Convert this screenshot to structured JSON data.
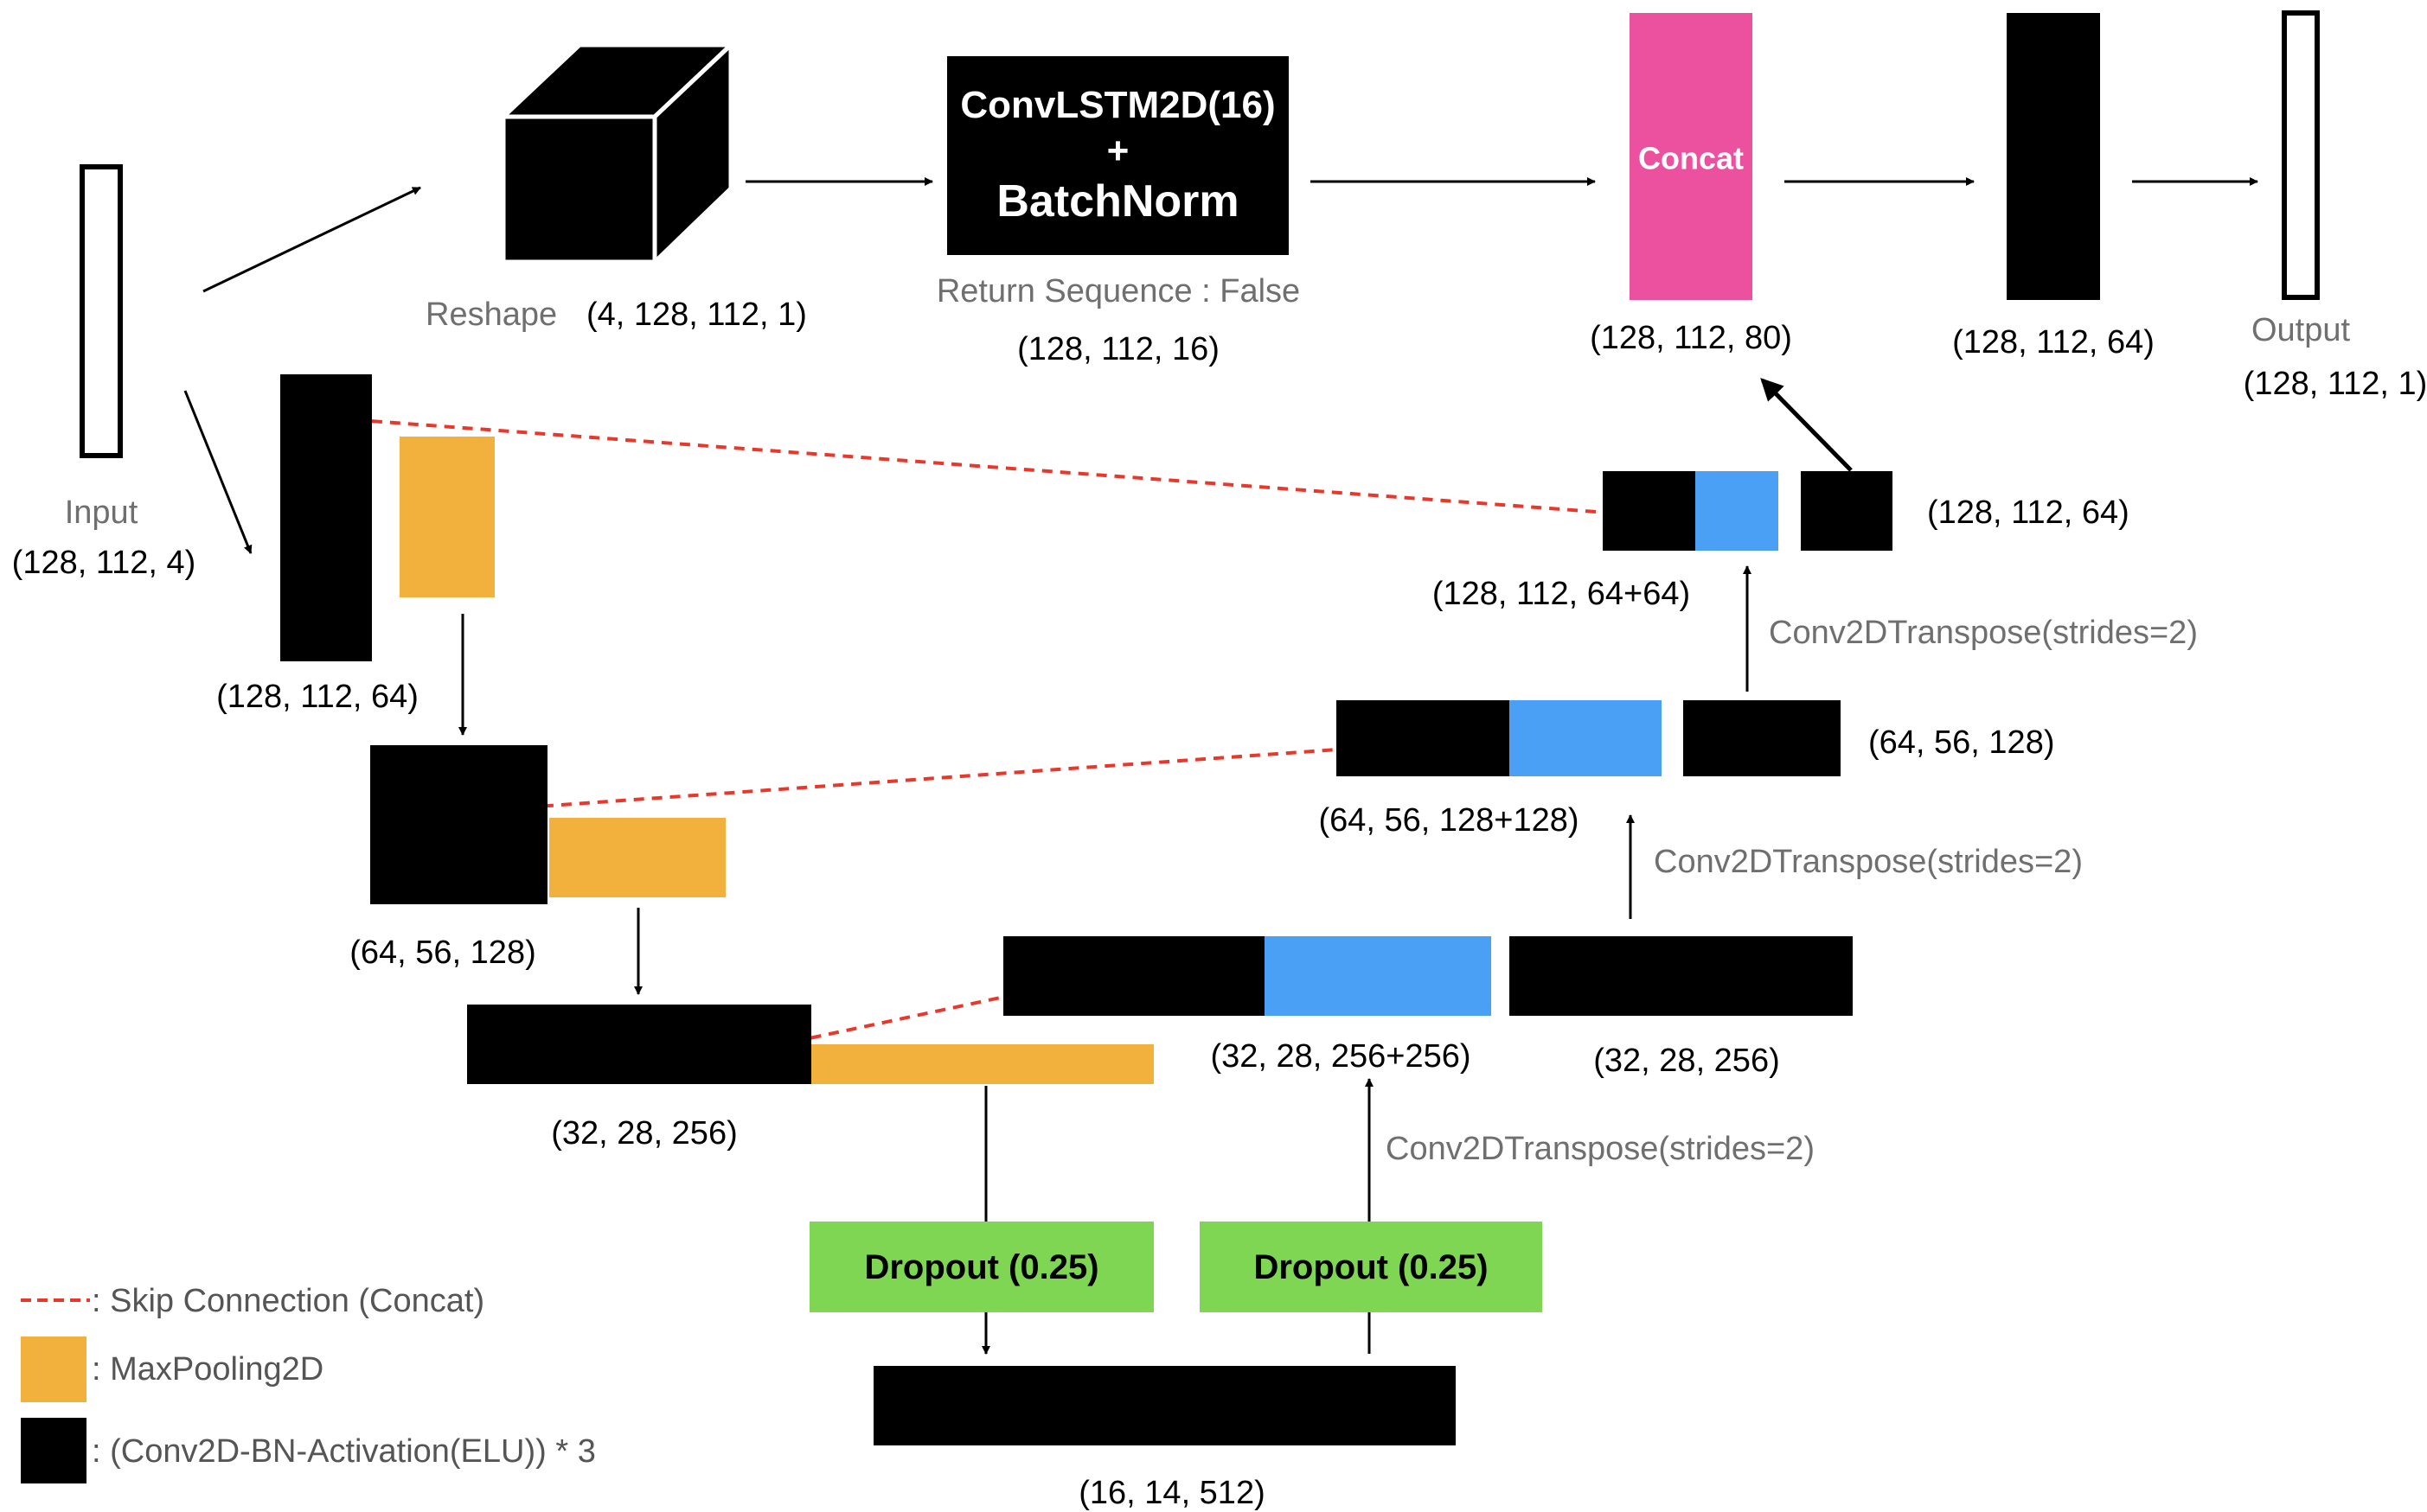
{
  "colors": {
    "block": "#000000",
    "maxpool": "#f2b03c",
    "skip_upsampled": "#4aa0f5",
    "concat": "#ec51a0",
    "dropout": "#7ed653",
    "skip_connection": "#e8382b",
    "arrow": "#000000"
  },
  "input": {
    "label": "Input",
    "shape": "(128, 112, 4)"
  },
  "reshape": {
    "label": "Reshape",
    "shape": "(4, 128, 112, 1)"
  },
  "convlstm": {
    "line1": "ConvLSTM2D(16)",
    "line2": "+",
    "line3": "BatchNorm",
    "note": "Return Sequence : False",
    "shape": "(128, 112, 16)"
  },
  "concat": {
    "label": "Concat",
    "shape": "(128, 112, 80)"
  },
  "final_block": {
    "shape": "(128, 112, 64)"
  },
  "output": {
    "label": "Output",
    "shape": "(128, 112, 1)"
  },
  "encoder": {
    "level1_shape": "(128, 112, 64)",
    "level2_shape": "(64, 56, 128)",
    "level3_shape": "(32, 28, 256)",
    "bottleneck_shape": "(16, 14, 512)"
  },
  "dropout": {
    "left_label": "Dropout (0.25)",
    "right_label": "Dropout (0.25)"
  },
  "decoder": {
    "level3_concat_shape": "(32, 28, 256+256)",
    "level3_block_shape": "(32, 28, 256)",
    "level3_transpose": "Conv2DTranspose(strides=2)",
    "level2_concat_shape": "(64, 56, 128+128)",
    "level2_block_shape": "(64, 56, 128)",
    "level2_transpose": "Conv2DTranspose(strides=2)",
    "level1_concat_shape": "(128, 112, 64+64)",
    "level1_block_shape": "(128, 112, 64)",
    "level1_transpose": "Conv2DTranspose(strides=2)"
  },
  "legend": {
    "skip": ": Skip Connection (Concat)",
    "maxpool": ": MaxPooling2D",
    "block": ": (Conv2D-BN-Activation(ELU)) * 3"
  }
}
